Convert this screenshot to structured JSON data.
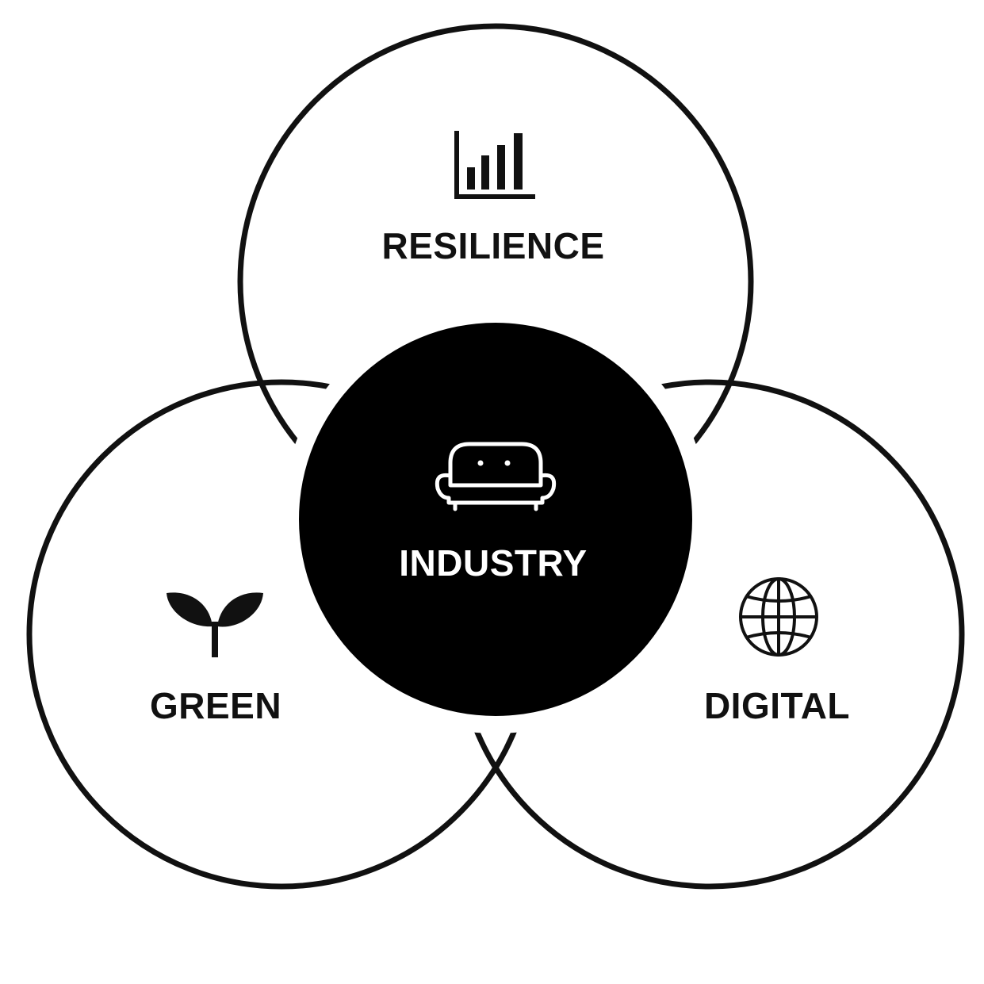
{
  "diagram": {
    "center": {
      "label": "INDUSTRY",
      "icon": "sofa-icon"
    },
    "circles": [
      {
        "id": "resilience",
        "label": "RESILIENCE",
        "icon": "bar-chart-icon"
      },
      {
        "id": "green",
        "label": "GREEN",
        "icon": "sprout-icon"
      },
      {
        "id": "digital",
        "label": "DIGITAL",
        "icon": "globe-icon"
      }
    ],
    "colors": {
      "stroke": "#111111",
      "center_fill": "#000000",
      "center_text": "#ffffff",
      "text": "#111111",
      "background": "#ffffff"
    }
  }
}
